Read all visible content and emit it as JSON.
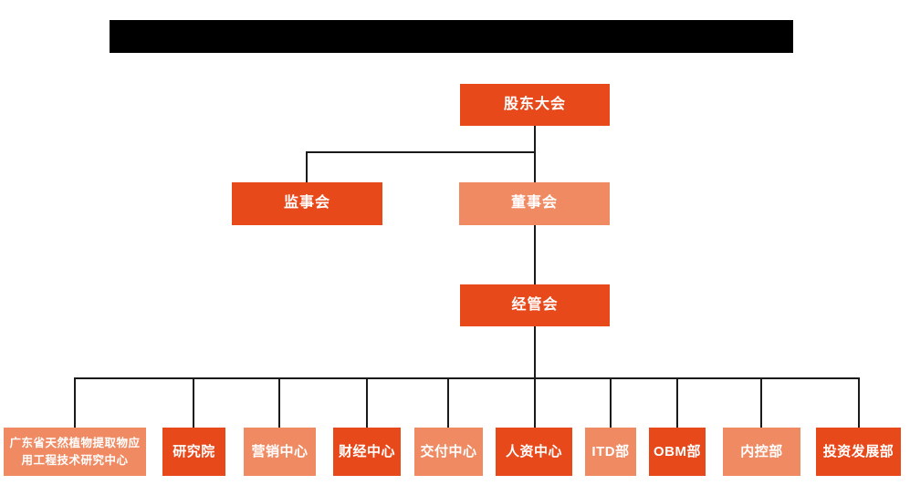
{
  "colors": {
    "box_dark": "#E8491B",
    "box_light": "#EF8A63",
    "connector": "#1A1A1A",
    "box_text": "#FFFFFF",
    "redaction": "#000000"
  },
  "org_chart": {
    "root": {
      "label": "股东大会",
      "variant": "dark"
    },
    "supervisory_board": {
      "label": "监事会",
      "variant": "dark"
    },
    "board_of_directors": {
      "label": "董事会",
      "variant": "light"
    },
    "management_committee": {
      "label": "经管会",
      "variant": "dark"
    },
    "departments": [
      {
        "label": "广东省天然植物提取物应用工程技术研究中心",
        "variant": "light"
      },
      {
        "label": "研究院",
        "variant": "dark"
      },
      {
        "label": "营销中心",
        "variant": "light"
      },
      {
        "label": "财经中心",
        "variant": "dark"
      },
      {
        "label": "交付中心",
        "variant": "light"
      },
      {
        "label": "人资中心",
        "variant": "dark"
      },
      {
        "label": "ITD部",
        "variant": "light"
      },
      {
        "label": "OBM部",
        "variant": "dark"
      },
      {
        "label": "内控部",
        "variant": "light"
      },
      {
        "label": "投资发展部",
        "variant": "dark"
      }
    ]
  }
}
